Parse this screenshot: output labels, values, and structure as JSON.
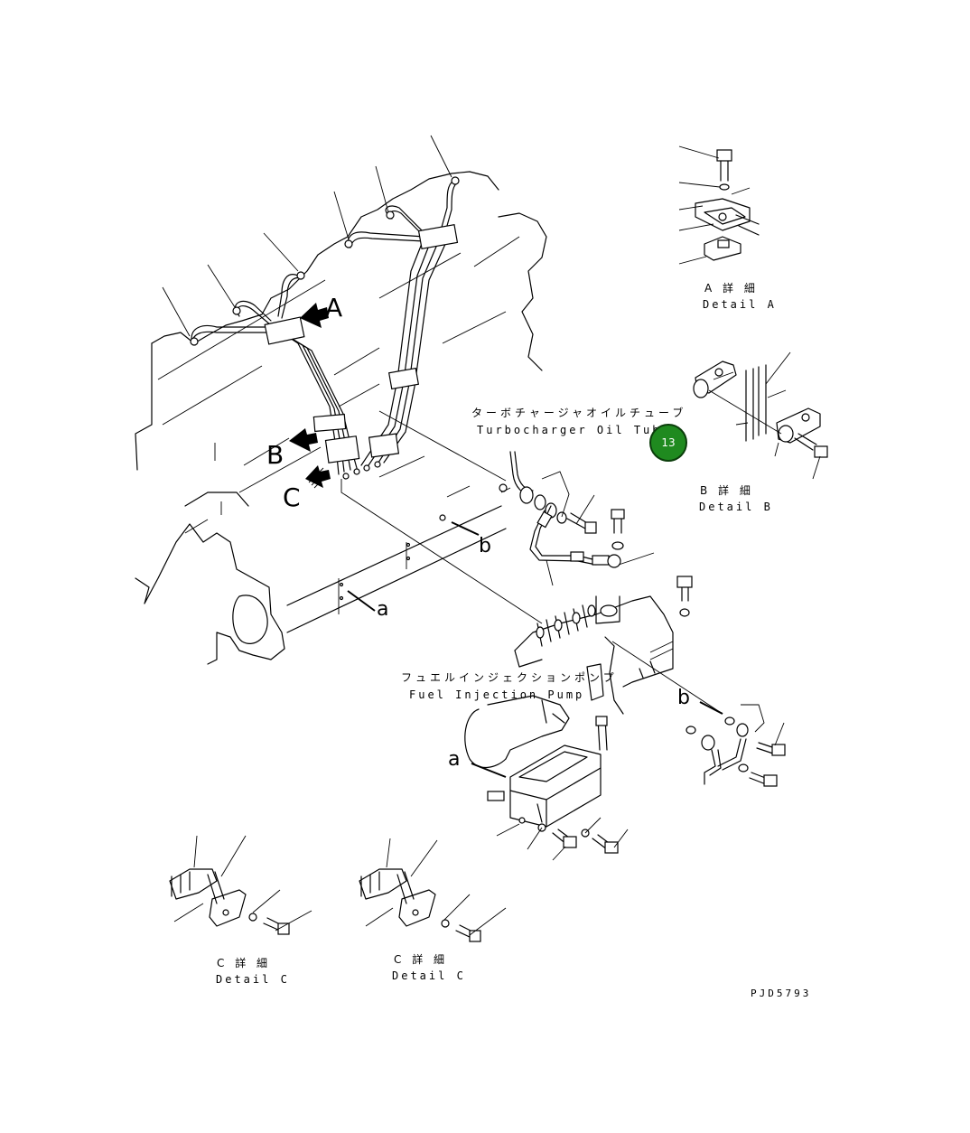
{
  "callouts": {
    "A": "A",
    "B": "B",
    "C": "C",
    "a_upper": "a",
    "b_upper": "b",
    "a_lower": "a",
    "b_lower": "b"
  },
  "labels": {
    "turbo_jp": "ターボチャージャオイルチューブ",
    "turbo_en": "Turbocharger Oil Tube",
    "pump_jp": "フュエルインジェクションポンプ",
    "pump_en": "Fuel Injection Pump"
  },
  "details": {
    "a_jp": "A 詳 細",
    "a_en": "Detail A",
    "b_jp": "B 詳 細",
    "b_en": "Detail B",
    "c1_jp": "C 詳 細",
    "c1_en": "Detail C",
    "c2_jp": "C 詳 細",
    "c2_en": "Detail C"
  },
  "badge": {
    "number": "13",
    "color": "#1f8a1f"
  },
  "drawing_code": "PJD5793"
}
